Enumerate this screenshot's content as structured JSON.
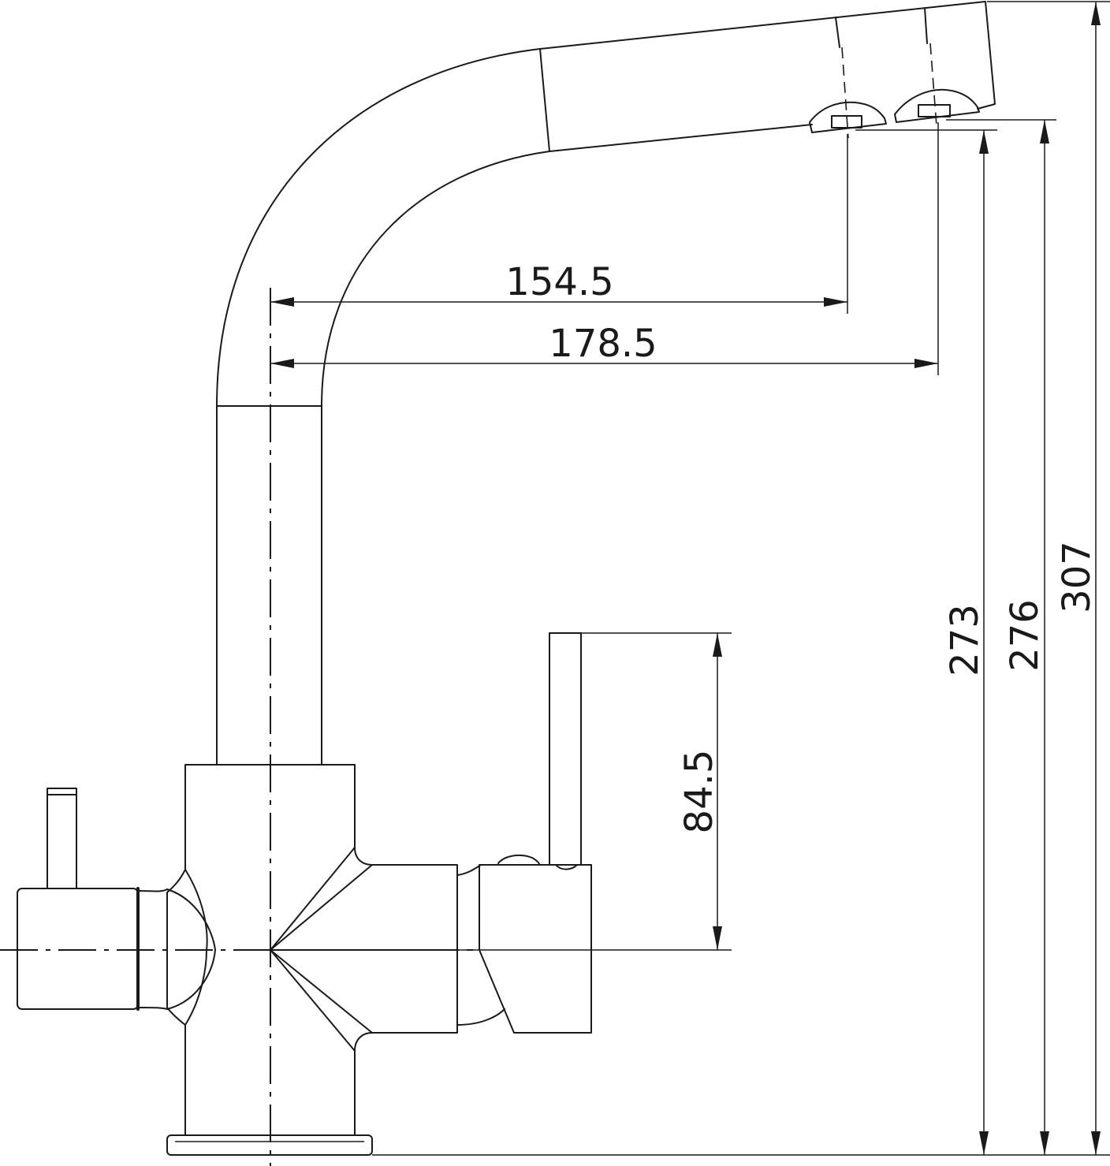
{
  "drawing": {
    "line_color": "#1a1a1a",
    "background": "#ffffff",
    "dimensions": {
      "spout_reach_front": "154.5",
      "spout_reach_rear": "178.5",
      "lever_height": "84.5",
      "outlet_height_front": "273",
      "outlet_height_rear": "276",
      "overall_height": "307"
    }
  }
}
